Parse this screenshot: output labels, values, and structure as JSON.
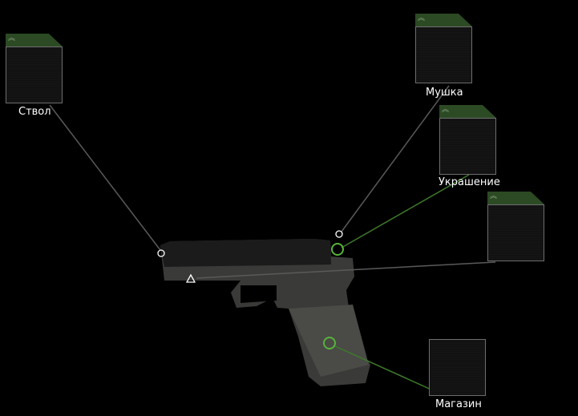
{
  "slots": {
    "barrel": {
      "label": "Ствол",
      "icon": "chevrons-up-icon"
    },
    "front_sight": {
      "label": "Мушка",
      "icon": "chevrons-up-icon"
    },
    "decoration": {
      "label": "Украшение",
      "icon": "chevrons-up-icon"
    },
    "unnamed": {
      "label": "",
      "icon": "chevrons-up-icon"
    },
    "magazine": {
      "label": "Магазин"
    }
  },
  "chevron_glyph": "︽",
  "colors": {
    "slot_header": "#2c4a24",
    "line_gray": "#5a5a5a",
    "line_green": "#3f7a2a",
    "marker_green": "#57b33a"
  }
}
